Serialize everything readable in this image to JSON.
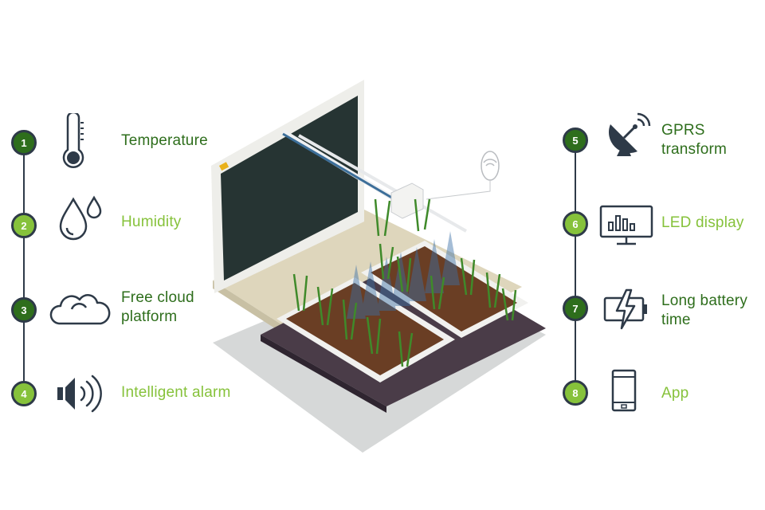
{
  "features_left": [
    {
      "num": "1",
      "label": "Temperature",
      "icon": "thermometer-icon",
      "tone": "dark"
    },
    {
      "num": "2",
      "label": "Humidity",
      "icon": "water-drops-icon",
      "tone": "light"
    },
    {
      "num": "3",
      "label": "Free cloud\nplatform",
      "icon": "cloud-icon",
      "tone": "dark"
    },
    {
      "num": "4",
      "label": "Intelligent alarm",
      "icon": "speaker-icon",
      "tone": "light"
    }
  ],
  "features_right": [
    {
      "num": "5",
      "label": "GPRS\ntransform",
      "icon": "satellite-dish-icon",
      "tone": "dark"
    },
    {
      "num": "6",
      "label": "LED display",
      "icon": "monitor-chart-icon",
      "tone": "light"
    },
    {
      "num": "7",
      "label": "Long battery\ntime",
      "icon": "battery-charging-icon",
      "tone": "dark"
    },
    {
      "num": "8",
      "label": "App",
      "icon": "smartphone-icon",
      "tone": "light"
    }
  ],
  "colors": {
    "dark_green": "#2e6e1c",
    "light_green": "#86c23b",
    "outline": "#2e3a48"
  }
}
